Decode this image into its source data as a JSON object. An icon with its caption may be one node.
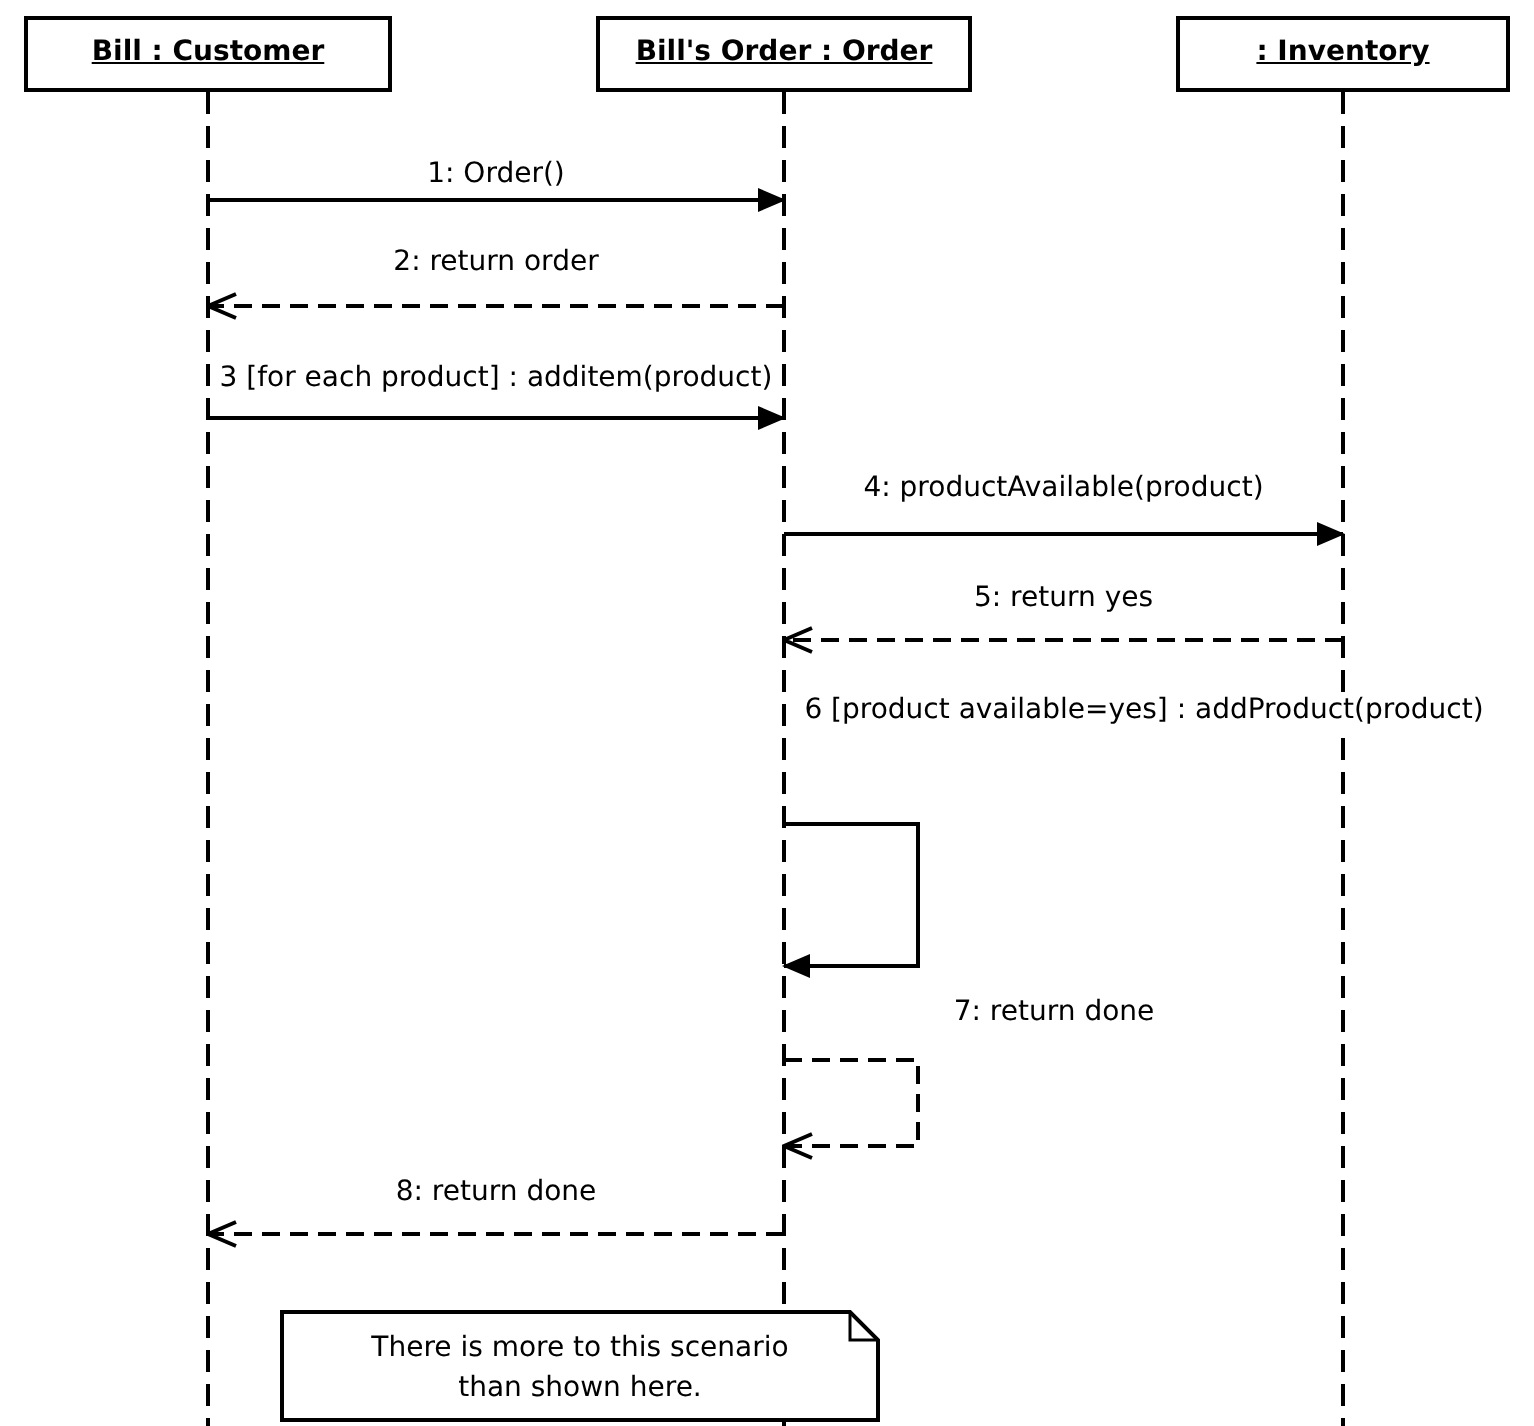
{
  "diagram": {
    "nodes": [
      {
        "text": [
          "Bill : Customer"
        ]
      },
      {
        "text": [
          "Bill's Order : Order"
        ]
      },
      {
        "text": [
          ": Inventory"
        ]
      },
      {
        "text": [
          "There is more to this scenario than shown here."
        ]
      }
    ],
    "edges": [
      {
        "from": 0,
        "to": 1,
        "arrow": "to",
        "label": "1: Order()"
      },
      {
        "from": 1,
        "to": 0,
        "arrow": "to",
        "label": "2: return order",
        "style": "dashed"
      },
      {
        "from": 0,
        "to": 1,
        "arrow": "to",
        "label": "3 [for each product] : additem(product)"
      },
      {
        "from": 1,
        "to": 2,
        "arrow": "to",
        "label": "4: productAvailable(product)"
      },
      {
        "from": 2,
        "to": 1,
        "arrow": "to",
        "label": "5: return yes",
        "style": "dashed"
      },
      {
        "from": 1,
        "to": 1,
        "arrow": "to",
        "label": "6 [product available=yes] : addProduct(product)"
      },
      {
        "from": 1,
        "to": 1,
        "arrow": "to",
        "label": "7: return done",
        "style": "dashed"
      },
      {
        "from": 1,
        "to": 0,
        "arrow": "to",
        "label": "8: return done",
        "style": "dashed"
      }
    ]
  }
}
